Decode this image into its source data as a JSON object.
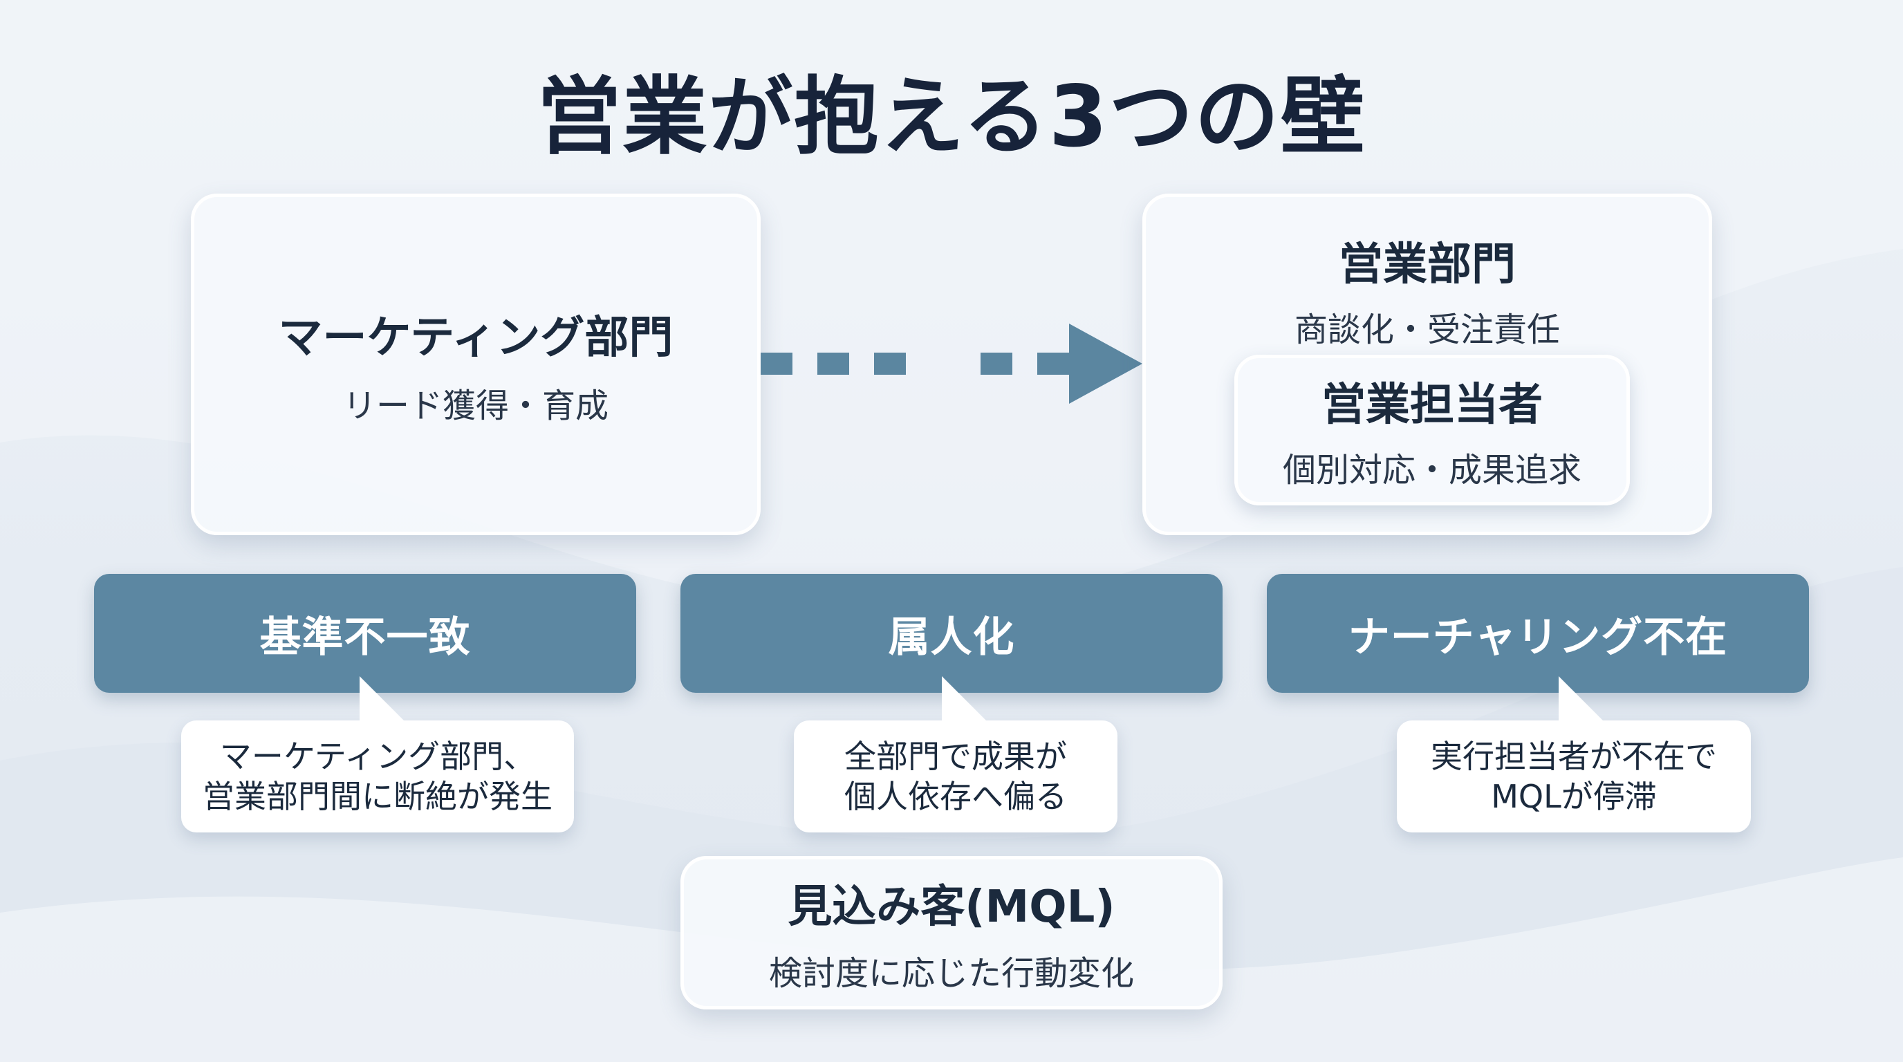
{
  "title": "営業が抱える3つの壁",
  "marketing": {
    "title": "マーケティング部門",
    "subtitle": "リード獲得・育成"
  },
  "sales": {
    "title": "営業部門",
    "subtitle": "商談化・受注責任",
    "rep": {
      "title": "営業担当者",
      "subtitle": "個別対応・成果追求"
    }
  },
  "walls": [
    {
      "label": "基準不一致",
      "note_line1": "マーケティング部門、",
      "note_line2": "営業部門間に断絶が発生"
    },
    {
      "label": "属人化",
      "note_line1": "全部門で成果が",
      "note_line2": "個人依存へ偏る"
    },
    {
      "label": "ナーチャリング不在",
      "note_line1": "実行担当者が不在で",
      "note_line2": "MQLが停滞"
    }
  ],
  "mql": {
    "title": "見込み客(MQL)",
    "subtitle": "検討度に応じた行動変化"
  },
  "colors": {
    "accent": "#5c87a2",
    "arrow": "#5b86a0",
    "title_text": "#17233a",
    "card_bg": "#f5f8fc"
  },
  "icons": {
    "flow_arrow": "dashed-right-arrow"
  }
}
